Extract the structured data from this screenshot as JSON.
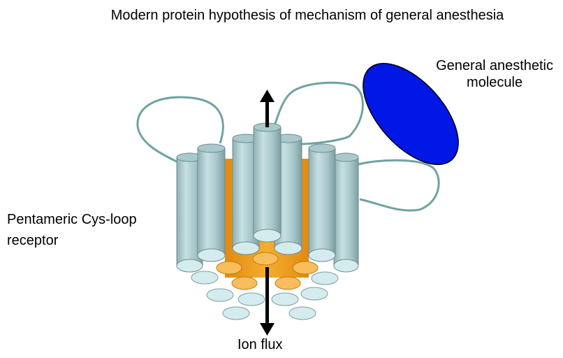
{
  "title": "Modern protein hypothesis of mechanism of general anesthesia",
  "labels": {
    "molecule_line1": "General anesthetic",
    "molecule_line2": "molecule",
    "receptor_line1": "Pentameric Cys-loop",
    "receptor_line2": "receptor",
    "ion_flux": "Ion flux"
  },
  "colors": {
    "helix": "#a9c9cc",
    "helix_cap": "#d4ecee",
    "pore": "#f4a21e",
    "loop": "#6fa3a0",
    "molecule": "#0017e6"
  }
}
